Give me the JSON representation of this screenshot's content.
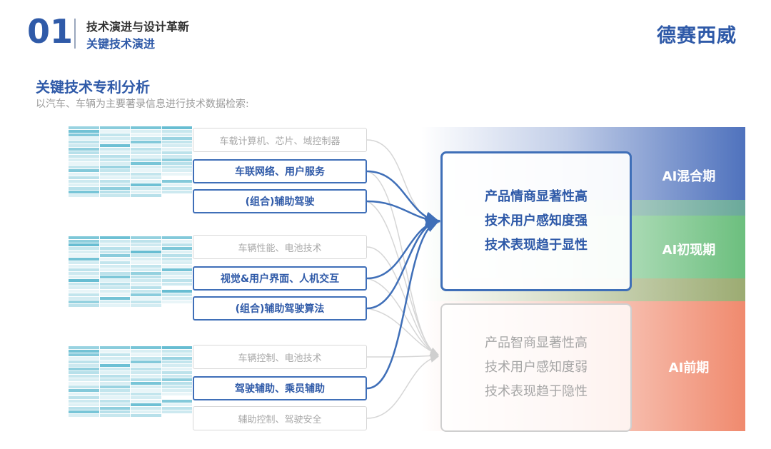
{
  "header": {
    "section_number": "01",
    "title": "技术演进与设计革新",
    "subtitle": "关键技术演进",
    "brand": "德赛西威"
  },
  "section": {
    "title": "关键技术专利分析",
    "subtitle": "以汽车、车辆为主要著录信息进行技术数据检索:"
  },
  "groups": [
    {
      "items": [
        {
          "label": "车载计算机、芯片、域控制器",
          "highlighted": false
        },
        {
          "label": "车联网络、用户服务",
          "highlighted": true
        },
        {
          "label": "(组合)辅助驾驶",
          "highlighted": true
        }
      ]
    },
    {
      "items": [
        {
          "label": "车辆性能、电池技术",
          "highlighted": false
        },
        {
          "label": "视觉&用户界面、人机交互",
          "highlighted": true
        },
        {
          "label": "(组合)辅助驾驶算法",
          "highlighted": true
        }
      ]
    },
    {
      "items": [
        {
          "label": "车辆控制、电池技术",
          "highlighted": false
        },
        {
          "label": "驾驶辅助、乘员辅助",
          "highlighted": true
        },
        {
          "label": "辅助控制、驾驶安全",
          "highlighted": false
        }
      ]
    }
  ],
  "conclusions": {
    "strong": [
      "产品情商显著性高",
      "技术用户感知度强",
      "技术表现趋于显性"
    ],
    "weak": [
      "产品智商显著性高",
      "技术用户感知度弱",
      "技术表现趋于隐性"
    ]
  },
  "phases": [
    {
      "label": "AI混合期",
      "color": "#4f72bd"
    },
    {
      "label": "AI初现期",
      "color": "#6cbf7e"
    },
    {
      "label": "AI前期",
      "color": "#f08a6e"
    }
  ],
  "colors": {
    "accent": "#2f5aa8",
    "highlight_border": "#3f6fb8",
    "muted_text": "#a9a9a9"
  }
}
